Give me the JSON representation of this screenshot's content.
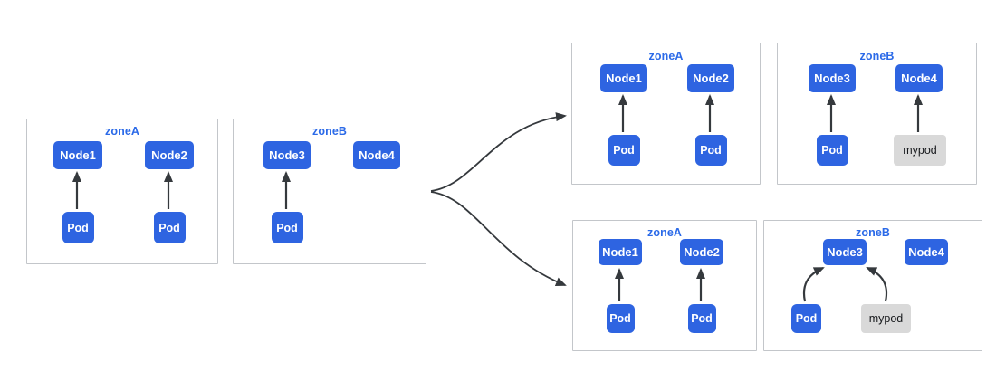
{
  "colors": {
    "node_blue": "#2e64e1",
    "zone_title_blue": "#2b6ae8",
    "mypod_gray": "#d9d9d9",
    "panel_border_gray": "#c3c6ca",
    "arrow_dark": "#35393d"
  },
  "zones": [
    {
      "title": "zoneA",
      "nodes": [
        {
          "label": "Node1"
        },
        {
          "label": "Node2"
        }
      ],
      "pods": [
        {
          "label": "Pod",
          "variant": "blue"
        },
        {
          "label": "Pod",
          "variant": "blue"
        }
      ]
    },
    {
      "title": "zoneB",
      "nodes": [
        {
          "label": "Node3"
        },
        {
          "label": "Node4"
        }
      ],
      "pods": [
        {
          "label": "Pod",
          "variant": "blue"
        }
      ]
    },
    {
      "title": "zoneA",
      "nodes": [
        {
          "label": "Node1"
        },
        {
          "label": "Node2"
        }
      ],
      "pods": [
        {
          "label": "Pod",
          "variant": "blue"
        },
        {
          "label": "Pod",
          "variant": "blue"
        }
      ]
    },
    {
      "title": "zoneB",
      "nodes": [
        {
          "label": "Node3"
        },
        {
          "label": "Node4"
        }
      ],
      "pods": [
        {
          "label": "Pod",
          "variant": "blue"
        },
        {
          "label": "mypod",
          "variant": "gray"
        }
      ]
    },
    {
      "title": "zoneA",
      "nodes": [
        {
          "label": "Node1"
        },
        {
          "label": "Node2"
        }
      ],
      "pods": [
        {
          "label": "Pod",
          "variant": "blue"
        },
        {
          "label": "Pod",
          "variant": "blue"
        }
      ]
    },
    {
      "title": "zoneB",
      "nodes": [
        {
          "label": "Node3"
        },
        {
          "label": "Node4"
        }
      ],
      "pods": [
        {
          "label": "Pod",
          "variant": "blue"
        },
        {
          "label": "mypod",
          "variant": "gray"
        }
      ]
    }
  ]
}
